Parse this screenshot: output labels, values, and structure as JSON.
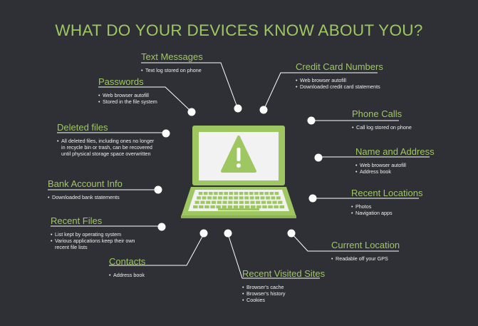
{
  "title": "WHAT DO YOUR DEVICES KNOW ABOUT YOU?",
  "colors": {
    "background": "#2f3036",
    "accent": "#9fc761",
    "text": "#ffffff",
    "line": "#ffffff"
  },
  "center_icon": "laptop-warning-icon",
  "items": {
    "text_messages": {
      "title": "Text Messages",
      "bullets": [
        "Text log stored on phone"
      ]
    },
    "credit_card": {
      "title": "Credit Card Numbers",
      "bullets": [
        "Web browser autofill",
        "Downloaded credit card statements"
      ]
    },
    "passwords": {
      "title": "Passwords",
      "bullets": [
        "Web browser autofill",
        "Stored in the file system"
      ]
    },
    "phone_calls": {
      "title": "Phone Calls",
      "bullets": [
        "Call log stored on phone"
      ]
    },
    "deleted_files": {
      "title": "Deleted files",
      "bullets": [
        "All deleted files, including ones no longer in recycle bin or trash, can be recovered until physical storage space overwritten"
      ]
    },
    "name_address": {
      "title": "Name and Address",
      "bullets": [
        "Web browser autofill",
        "Address book"
      ]
    },
    "bank_account": {
      "title": "Bank Account Info",
      "bullets": [
        "Downloaded bank statements"
      ]
    },
    "recent_locations": {
      "title": "Recent Locations",
      "bullets": [
        "Photos",
        "Navigation apps"
      ]
    },
    "recent_files": {
      "title": "Recent Files",
      "bullets": [
        "List kept by operating system",
        "Various applications keep their own recent file lists"
      ]
    },
    "current_location": {
      "title": "Current Location",
      "bullets": [
        "Readable off your GPS"
      ]
    },
    "contacts": {
      "title": "Contacts",
      "bullets": [
        "Address book"
      ]
    },
    "recent_sites": {
      "title": "Recent Visited Sites",
      "bullets": [
        "Browser's cache",
        "Browser's history",
        "Cookies"
      ]
    }
  }
}
